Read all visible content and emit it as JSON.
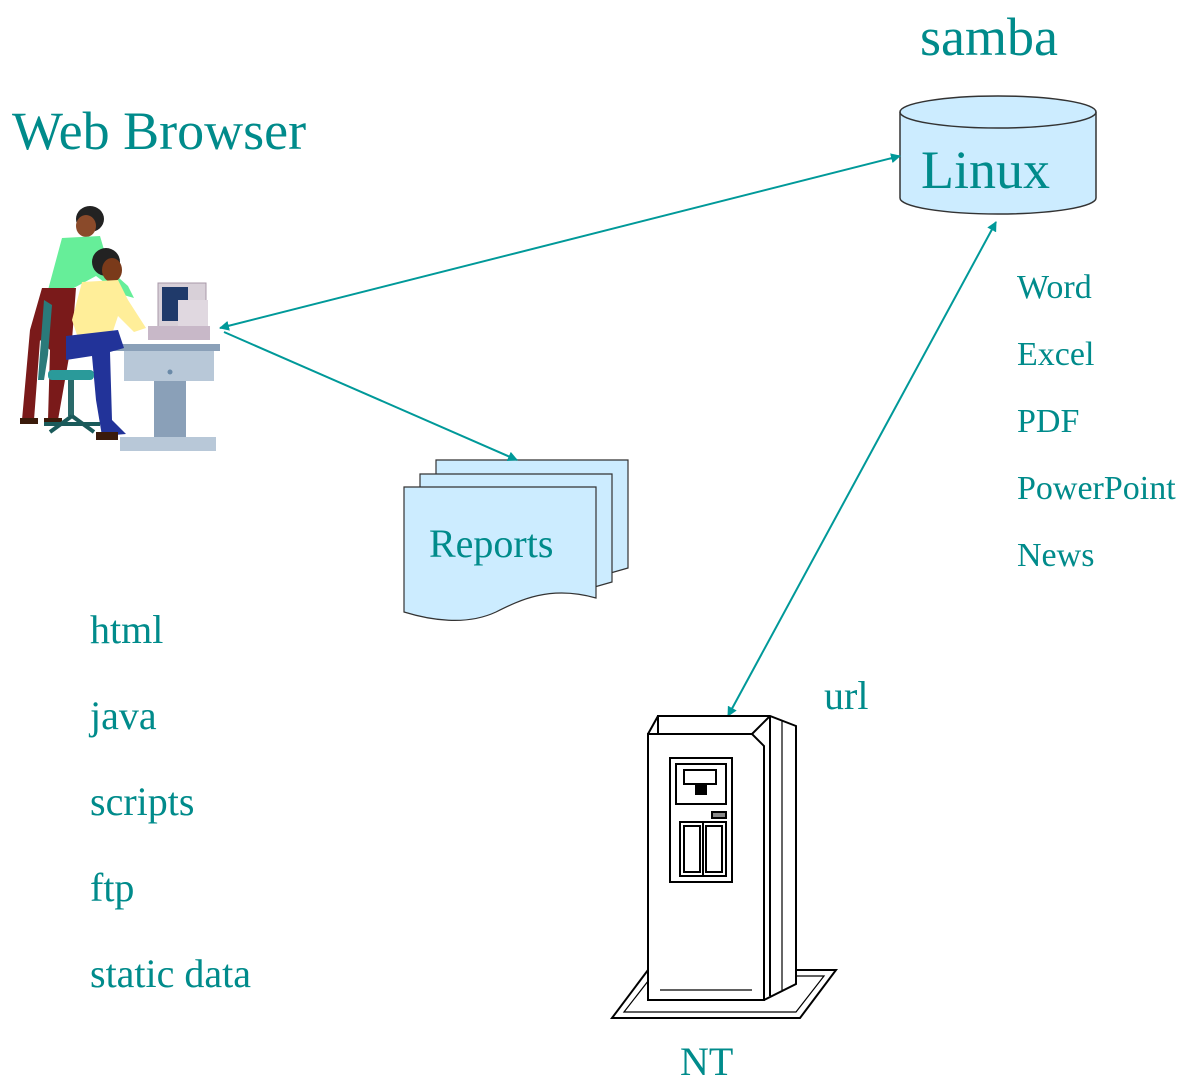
{
  "colors": {
    "text": "#008b8b",
    "arrow": "#009999",
    "cylinder_fill": "#ccecff",
    "reports_fill": "#ccecff",
    "server_fill": "#ffffff"
  },
  "labels": {
    "samba": "samba",
    "linux": "Linux",
    "web_browser": "Web Browser",
    "reports": "Reports",
    "url": "url",
    "nt": "NT"
  },
  "browser_items": [
    "html",
    "java",
    "scripts",
    "ftp",
    "static data"
  ],
  "linux_items": [
    "Word",
    "Excel",
    "PDF",
    "PowerPoint",
    "News"
  ],
  "icons": {
    "users": "users-at-computer-icon",
    "server": "tower-server-icon",
    "database": "database-cylinder-icon",
    "documents": "stacked-documents-icon"
  }
}
